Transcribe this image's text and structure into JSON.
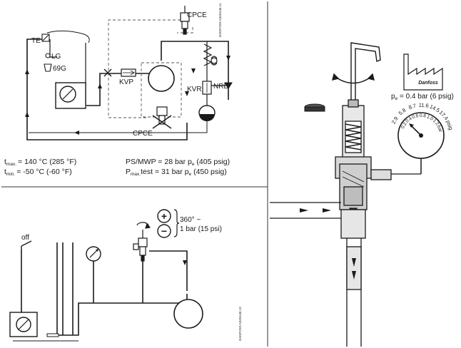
{
  "top_left": {
    "labels": {
      "te": "TE",
      "lg": "LG",
      "g69": "69G",
      "kvp": "KVP",
      "cpce_top": "CPCE",
      "cpce_bottom": "CPCE",
      "kvr": "KVR",
      "nrd": "NRD",
      "code": "DANFOSS A34N146.11"
    },
    "specs": {
      "tmax_t": "t",
      "tmax_sub": "max.",
      "tmax_val": "= 140 °C (285 °F)",
      "tmin_t": "t",
      "tmin_sub": "min.",
      "tmin_val": "= -50 °C (-60 °F)",
      "ps_text": "PS/MWP = 28 bar p",
      "ps_sub": "e",
      "ps_val": " (405 psig)",
      "pt_text": "P",
      "pt_sub": "max.",
      "pt_mid": "test = 31 bar p",
      "pt_sub2": "e",
      "pt_val": " (450 psig)"
    }
  },
  "bottom_left": {
    "off_label": "off",
    "plus_symbol": "+",
    "minus_symbol": "−",
    "rotation_line1": "360° ~",
    "rotation_line2": "1 bar (15 psi)",
    "code": "DANFOSS A34N148.13"
  },
  "right": {
    "pe_prefix": "p",
    "pe_sub": "e",
    "pe_value": " = 0.4 bar (6 psig)",
    "brand": "Danfoss",
    "gauge_outer": [
      "2.9",
      "5.8",
      "8.7",
      "11.6",
      "14.5",
      "17.4",
      "psig"
    ],
    "gauge_inner": [
      "0.2",
      "0.4",
      "0.6",
      "0.8",
      "1.0",
      "1.2",
      "bar"
    ]
  }
}
